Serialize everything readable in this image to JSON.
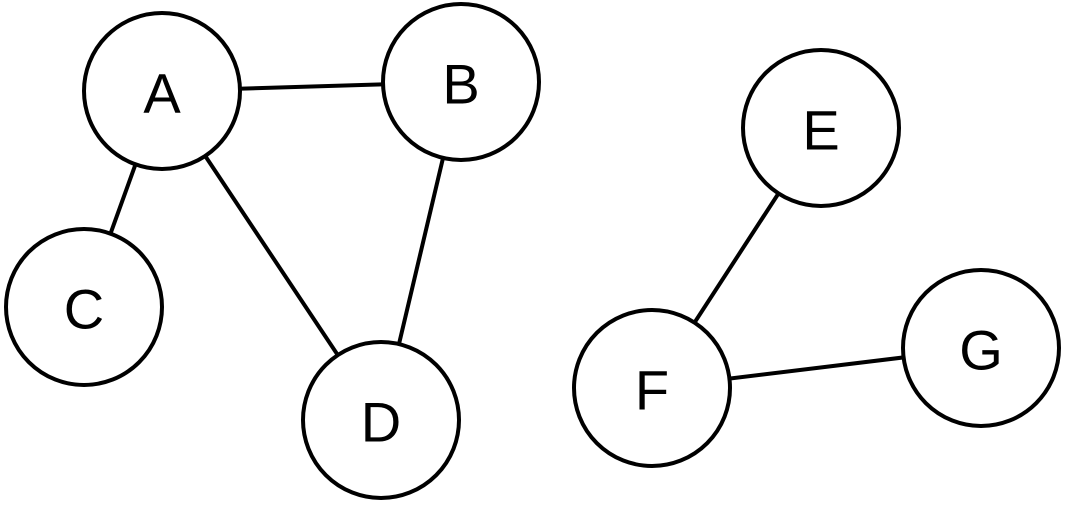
{
  "nodes": [
    {
      "id": "A",
      "label": "A"
    },
    {
      "id": "B",
      "label": "B"
    },
    {
      "id": "C",
      "label": "C"
    },
    {
      "id": "D",
      "label": "D"
    },
    {
      "id": "E",
      "label": "E"
    },
    {
      "id": "F",
      "label": "F"
    },
    {
      "id": "G",
      "label": "G"
    }
  ],
  "edges": [
    {
      "from": "A",
      "to": "B"
    },
    {
      "from": "A",
      "to": "C"
    },
    {
      "from": "A",
      "to": "D"
    },
    {
      "from": "B",
      "to": "D"
    },
    {
      "from": "E",
      "to": "F"
    },
    {
      "from": "F",
      "to": "G"
    }
  ],
  "colors": {
    "stroke": "#000000",
    "node_fill": "#ffffff",
    "background": "#ffffff"
  }
}
